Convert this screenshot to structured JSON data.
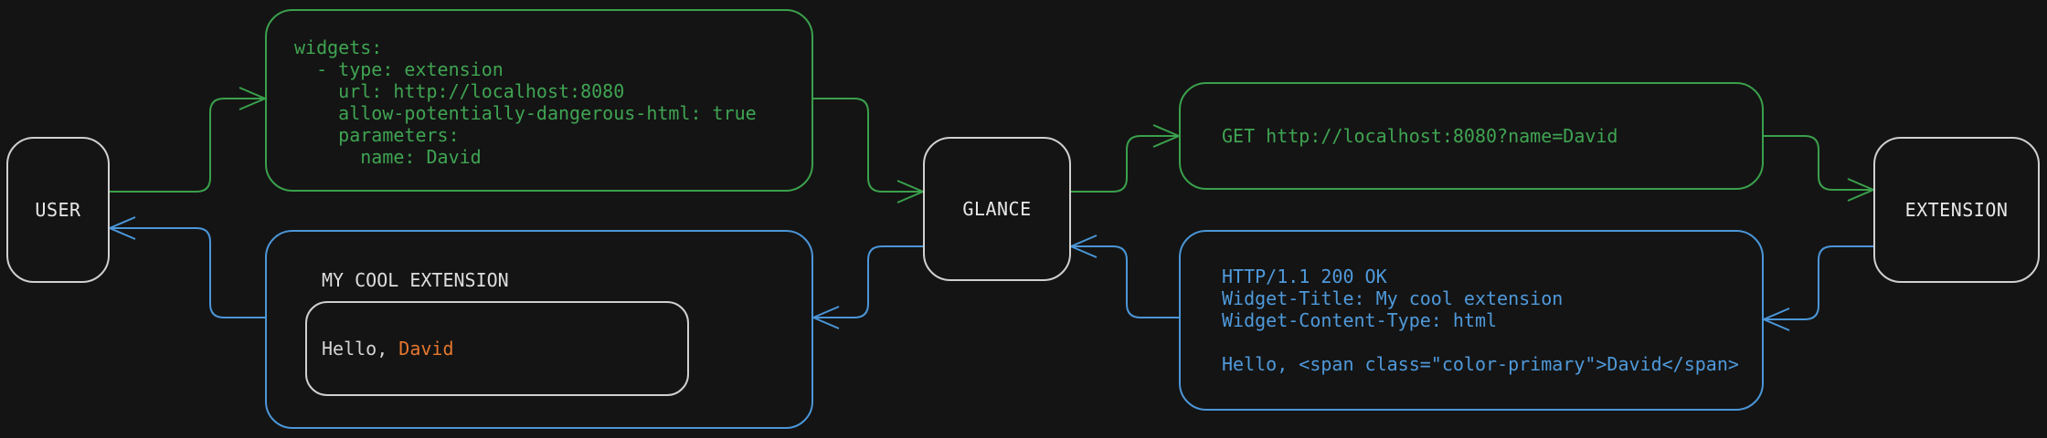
{
  "nodes": {
    "user": "USER",
    "glance": "GLANCE",
    "extension": "EXTENSION"
  },
  "config_box": {
    "yaml_lines": [
      "widgets:",
      "  - type: extension",
      "    url: http://localhost:8080",
      "    allow-potentially-dangerous-html: true",
      "    parameters:",
      "      name: David"
    ]
  },
  "request_box": {
    "text": "GET http://localhost:8080?name=David"
  },
  "response_box": {
    "lines": [
      "HTTP/1.1 200 OK",
      "Widget-Title: My cool extension",
      "Widget-Content-Type: html",
      "",
      "Hello, <span class=\"color-primary\">David</span>"
    ]
  },
  "widget_box": {
    "title": "MY COOL EXTENSION",
    "hello_prefix": "Hello, ",
    "hello_name": "David"
  },
  "colors": {
    "request_flow": "#3aa04c",
    "response_flow": "#4b96d8",
    "primary_highlight": "#e5772e",
    "node_border": "#d0d0d0",
    "background": "#141414"
  }
}
